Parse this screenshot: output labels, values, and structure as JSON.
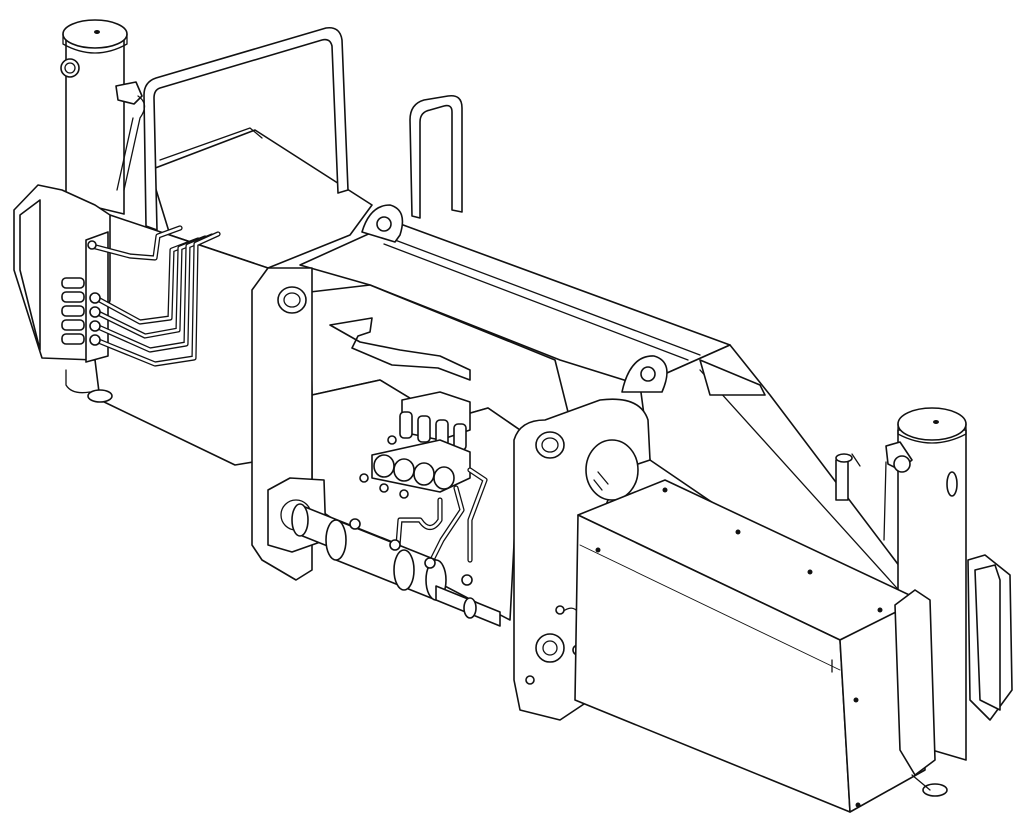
{
  "drawing": {
    "style": "isometric line drawing",
    "line_color": "#111111",
    "background_color": "#ffffff",
    "parts": [
      "left-jack-cylinder",
      "right-jack-cylinder",
      "left-grab-handle",
      "center-grab-handle",
      "main-beam-housing",
      "side-plates",
      "valve-block",
      "hydraulic-lines",
      "hydraulic-cylinder",
      "battery-box",
      "swivel-pads"
    ]
  }
}
